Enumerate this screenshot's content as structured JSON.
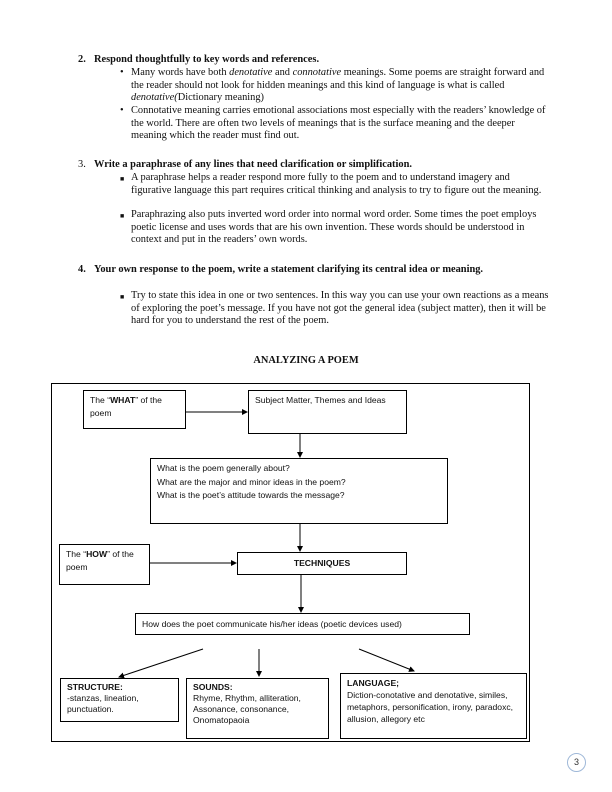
{
  "sections": [
    {
      "number": "2.",
      "heading": "Respond thoughtfully to key words and references.",
      "bullet_style": "round",
      "bullets": [
        {
          "parts": [
            "Many words have both ",
            "denotative",
            " and ",
            "connotative",
            " meanings. Some poems are straight forward and the reader should not look for hidden meanings and this kind of language is what is called ",
            "denotative(",
            "Dictionary meaning)"
          ]
        },
        {
          "text": "Connotative meaning carries emotional associations most especially with the readers’ knowledge of the world. There are often two levels of meanings that is the surface meaning and the deeper meaning which the reader must find out."
        }
      ]
    },
    {
      "number": "3.",
      "heading": "Write a paraphrase of any lines that need clarification or simplification.",
      "bullet_style": "square",
      "bullets": [
        {
          "text": "A paraphrase helps a reader respond more fully to the poem and to understand imagery and figurative language this part requires critical thinking and analysis to try to figure out the meaning."
        },
        {
          "text": "Paraphrazing also puts inverted word order into normal word order. Some times the poet employs poetic license and uses words that are his own invention. These words should be understood in context and put in the readers’ own words."
        }
      ]
    },
    {
      "number": "4.",
      "heading": "Your own response to the poem, write a statement clarifying its central idea or meaning.",
      "bullet_style": "square",
      "bullets": [
        {
          "text": "Try to state this idea in one or two sentences. In this way you can use your own reactions as a means of exploring the poet’s message. If you have not got the general idea (subject matter), then it will be hard for you to understand the rest of the poem."
        }
      ]
    }
  ],
  "diagram": {
    "title": "ANALYZING A POEM",
    "what_box": {
      "pre": "The “",
      "bold": "WHAT",
      "post": "” of the poem"
    },
    "subject_box": "Subject Matter, Themes and Ideas",
    "questions": [
      "What is the poem generally about?",
      "What are the major and minor ideas in the poem?",
      "What is the poet’s attitude towards the message?"
    ],
    "how_box": {
      "pre": "The “",
      "bold": "HOW",
      "post": "” of the poem"
    },
    "techniques_box": "TECHNIQUES",
    "communicate_box": "How does the poet communicate his/her ideas (poetic devices used)",
    "structure": {
      "title": "STRUCTURE:",
      "text": "-stanzas, lineation, punctuation."
    },
    "sounds": {
      "title": "SOUNDS:",
      "text": "Rhyme, Rhythm, alliteration, Assonance, consonance, Onomatopaoia"
    },
    "language": {
      "title": "LANGUAGE;",
      "text": "Diction-conotative and denotative, similes, metaphors, personification, irony, paradoxc, allusion, allegory etc"
    }
  },
  "page_number": "3",
  "colors": {
    "page_number_ring": "#9fb8d8"
  }
}
